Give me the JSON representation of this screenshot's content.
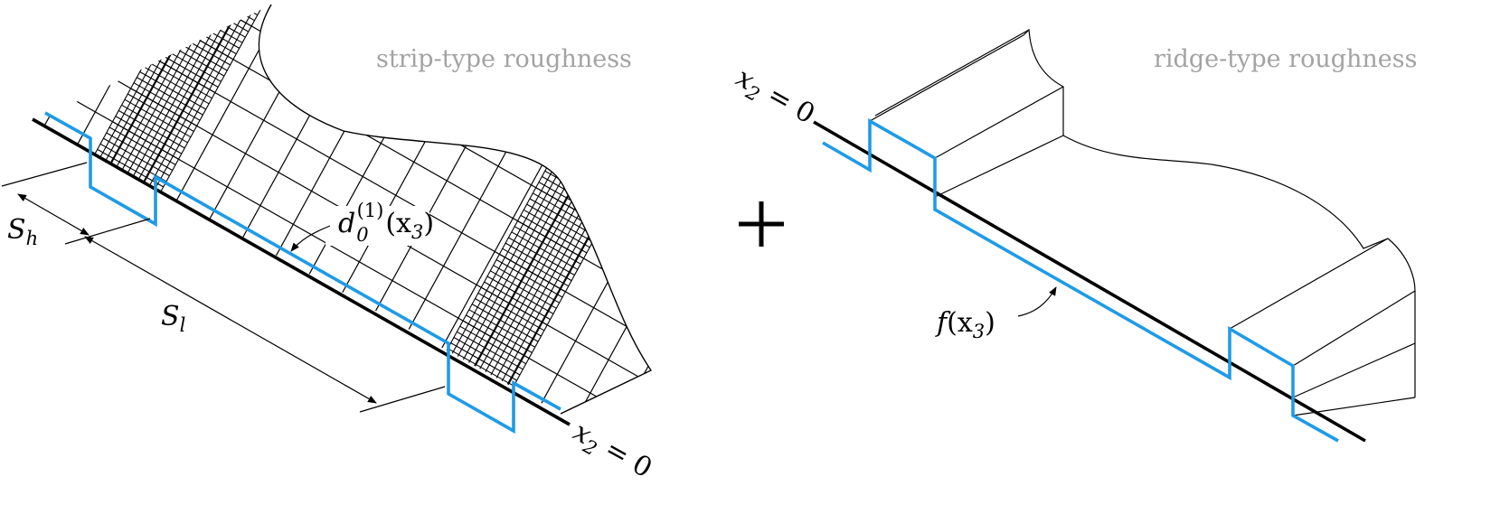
{
  "left_panel": {
    "caption": "strip-type roughness",
    "label_sh_main": "S",
    "label_sh_sub": "h",
    "label_sl_main": "S",
    "label_sl_sub": "l",
    "label_d_main": "d",
    "label_d_sub": "0",
    "label_d_sup": "(1)",
    "label_d_arg": "(x",
    "label_d_arg_sub": "3",
    "label_d_close": ")",
    "label_x2_main": "x",
    "label_x2_sub": "2",
    "label_x2_rest": " = 0"
  },
  "operator": "+",
  "right_panel": {
    "caption": "ridge-type roughness",
    "label_f_main": "f",
    "label_f_arg": "(x",
    "label_f_arg_sub": "3",
    "label_f_close": ")",
    "label_x2_main": "x",
    "label_x2_sub": "2",
    "label_x2_rest": " = 0"
  },
  "colors": {
    "roughness_profile": "#1f9be6",
    "caption": "#a3a3a3",
    "lines": "#000000"
  }
}
